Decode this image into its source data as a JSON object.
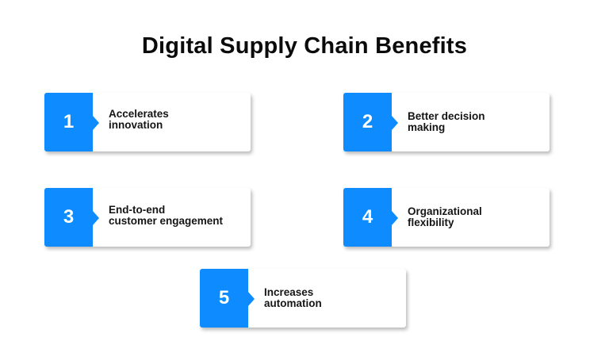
{
  "title": "Digital Supply Chain Benefits",
  "accent_color": "#0d8bff",
  "items": [
    {
      "number": "1",
      "label": "Accelerates\ninnovation"
    },
    {
      "number": "2",
      "label": "Better decision\nmaking"
    },
    {
      "number": "3",
      "label": "End-to-end\ncustomer engagement"
    },
    {
      "number": "4",
      "label": "Organizational\nflexibility"
    },
    {
      "number": "5",
      "label": "Increases\nautomation"
    }
  ]
}
